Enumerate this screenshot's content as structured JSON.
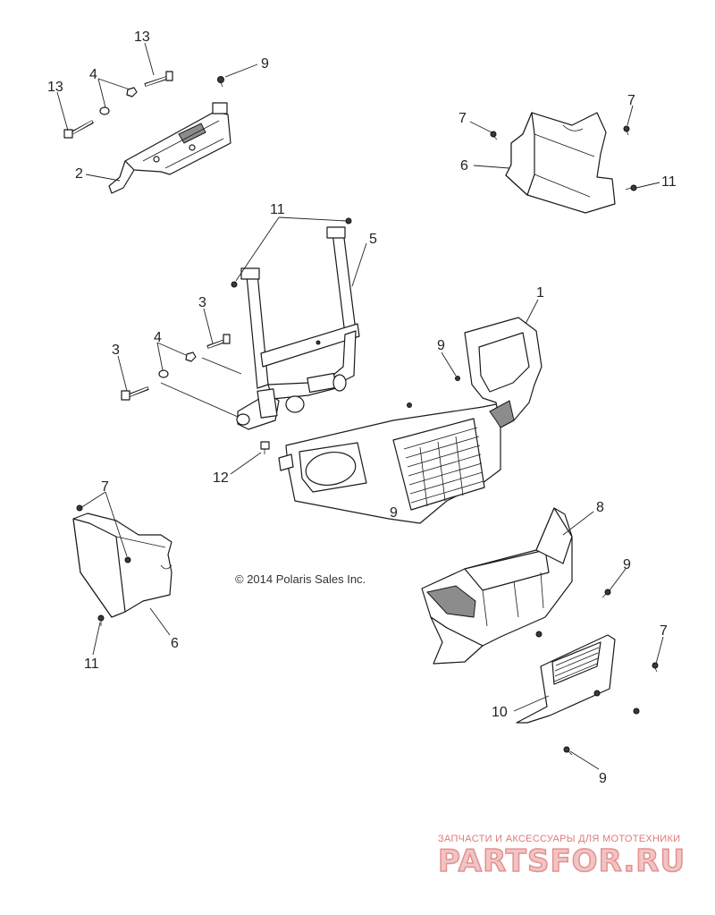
{
  "diagram": {
    "callouts": [
      {
        "id": "c13a",
        "text": "13"
      },
      {
        "id": "c13b",
        "text": "13"
      },
      {
        "id": "c4a",
        "text": "4"
      },
      {
        "id": "c9a",
        "text": "9"
      },
      {
        "id": "c2",
        "text": "2"
      },
      {
        "id": "c7a",
        "text": "7"
      },
      {
        "id": "c7b",
        "text": "7"
      },
      {
        "id": "c6a",
        "text": "6"
      },
      {
        "id": "c11a",
        "text": "11"
      },
      {
        "id": "c11b",
        "text": "11"
      },
      {
        "id": "c5",
        "text": "5"
      },
      {
        "id": "c1",
        "text": "1"
      },
      {
        "id": "c3a",
        "text": "3"
      },
      {
        "id": "c3b",
        "text": "3"
      },
      {
        "id": "c4b",
        "text": "4"
      },
      {
        "id": "c9b",
        "text": "9"
      },
      {
        "id": "c12",
        "text": "12"
      },
      {
        "id": "c9c",
        "text": "9"
      },
      {
        "id": "c7c",
        "text": "7"
      },
      {
        "id": "c8",
        "text": "8"
      },
      {
        "id": "c9d",
        "text": "9"
      },
      {
        "id": "c6b",
        "text": "6"
      },
      {
        "id": "c11c",
        "text": "11"
      },
      {
        "id": "c7d",
        "text": "7"
      },
      {
        "id": "c10",
        "text": "10"
      },
      {
        "id": "c9e",
        "text": "9"
      }
    ],
    "copyright": "© 2014 Polaris Sales Inc."
  },
  "watermark": {
    "tagline": "ЗАПЧАСТИ И АКСЕССУАРЫ ДЛЯ МОТОТЕХНИКИ",
    "logo": "PARTSFOR.RU"
  }
}
